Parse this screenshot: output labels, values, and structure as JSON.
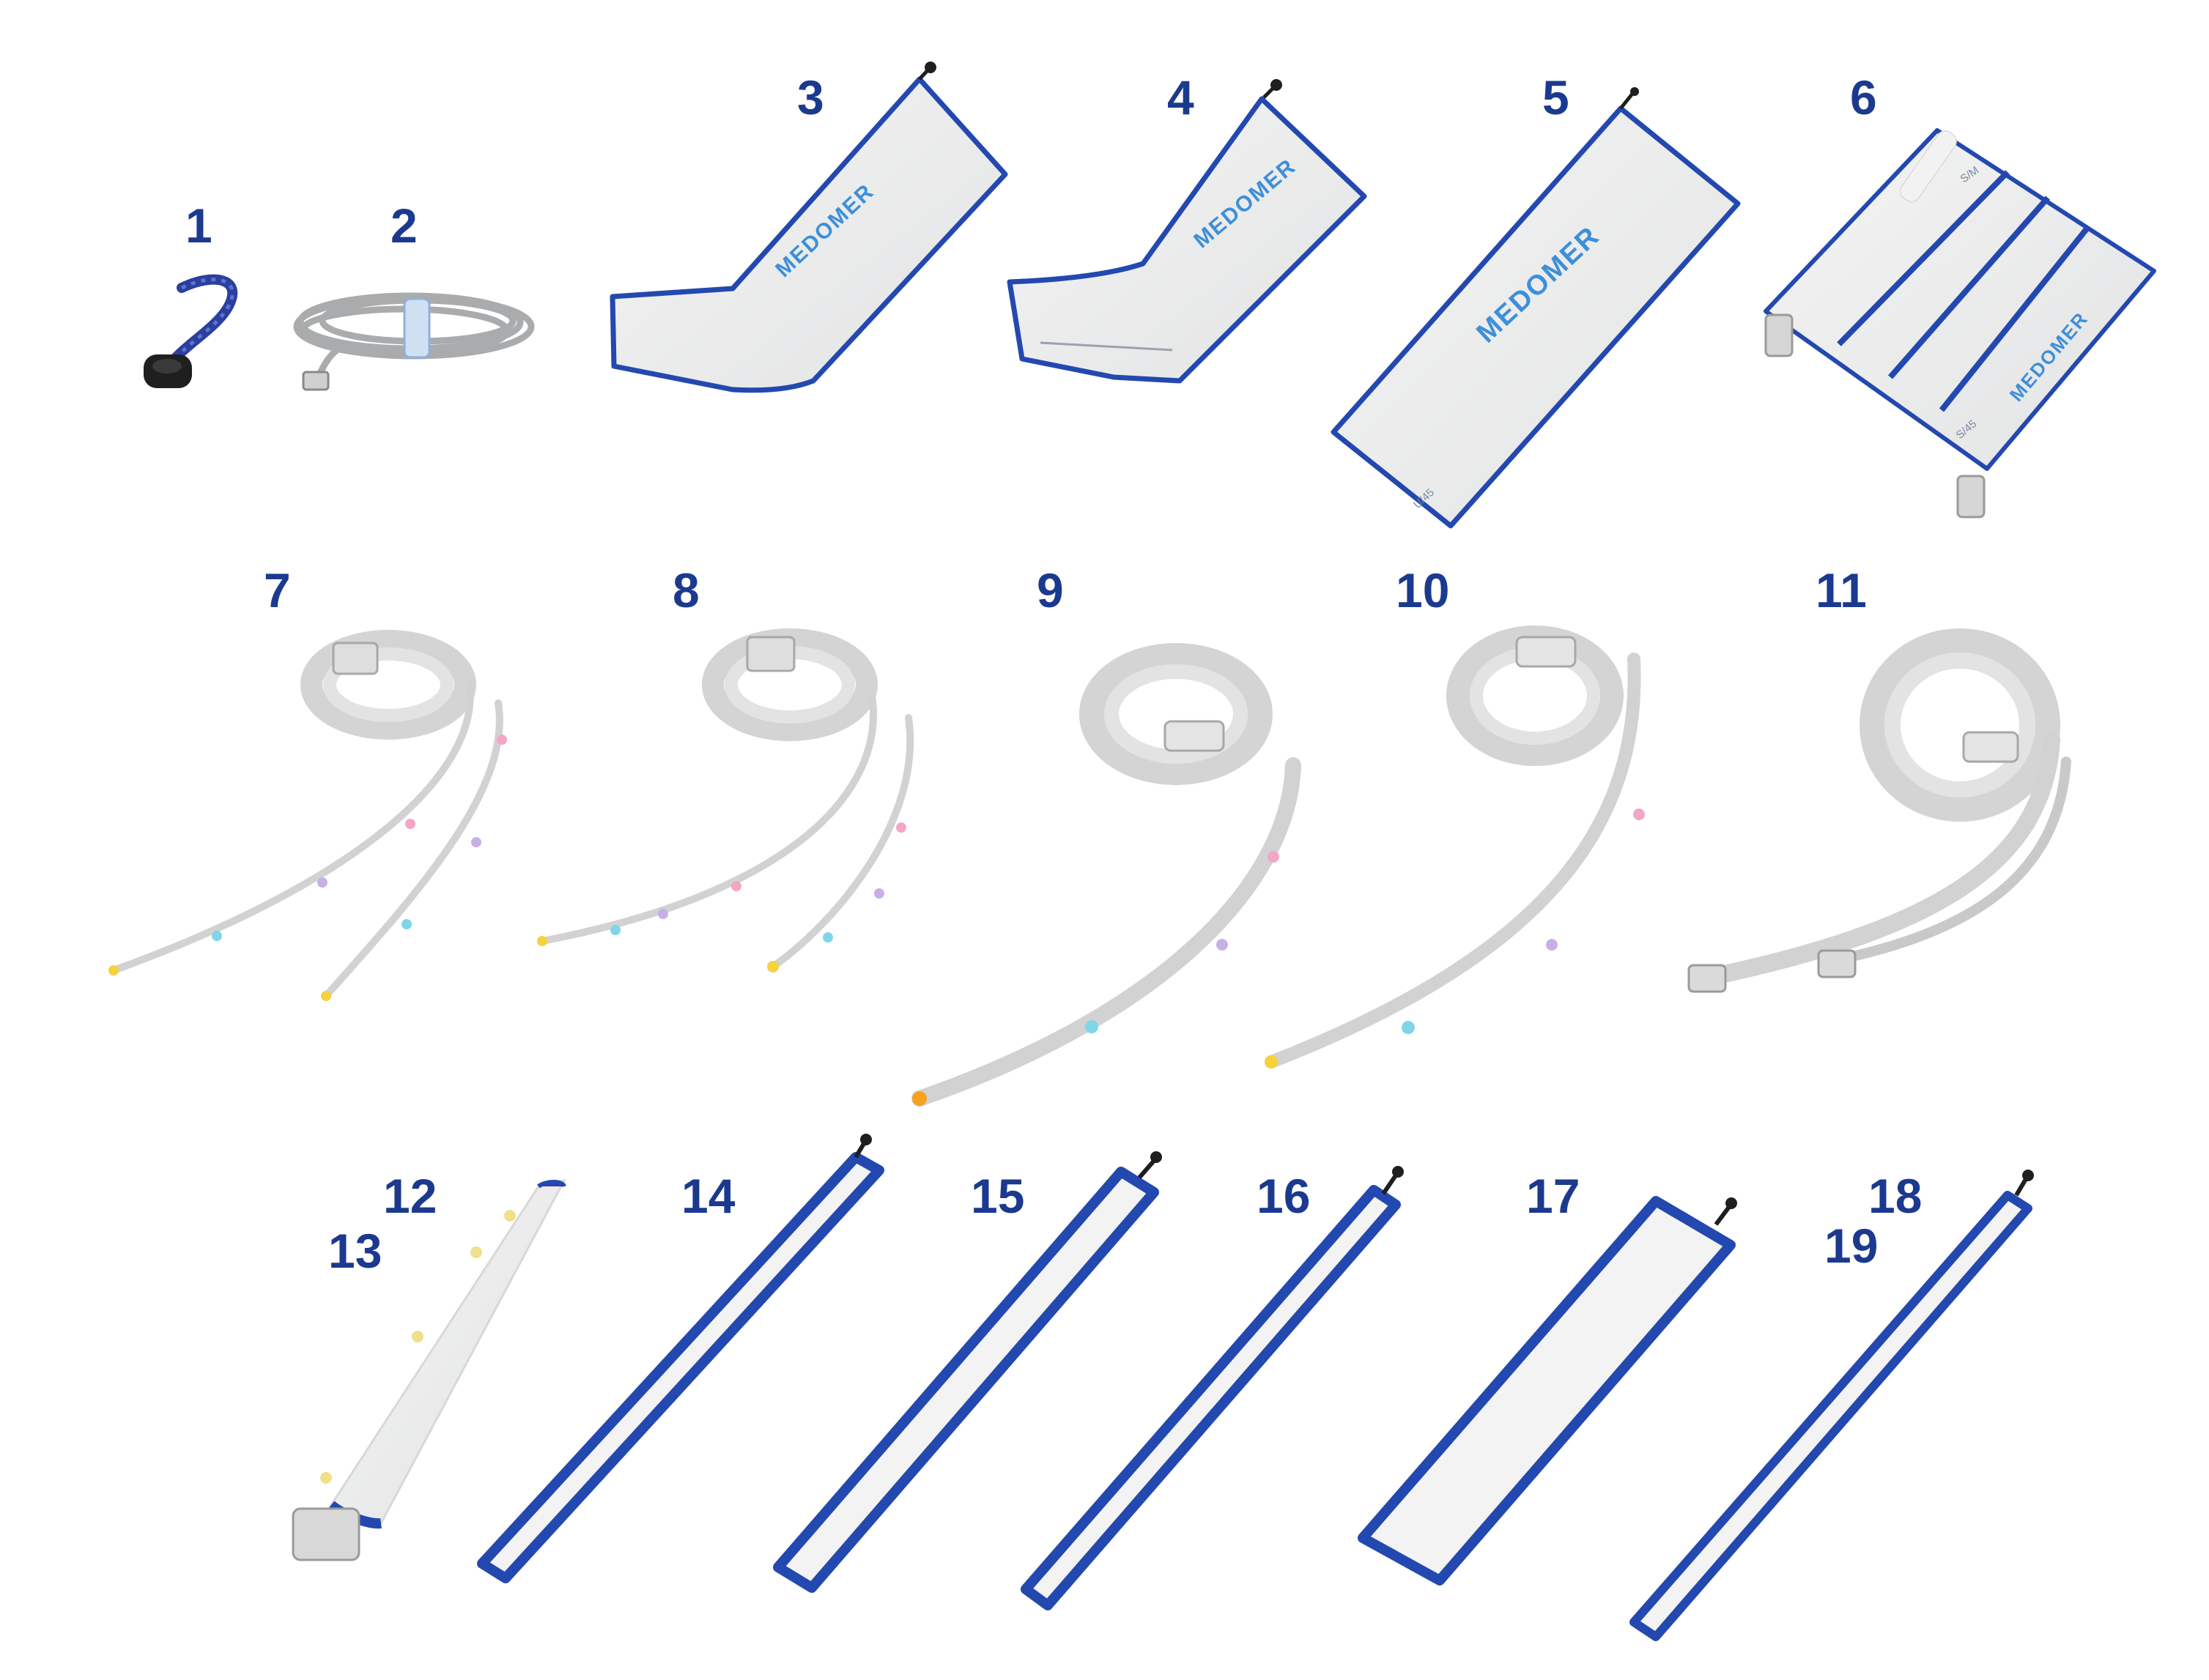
{
  "labels": {
    "n1": "1",
    "n2": "2",
    "n3": "3",
    "n4": "4",
    "n5": "5",
    "n6": "6",
    "n7": "7",
    "n8": "8",
    "n9": "9",
    "n10": "10",
    "n11": "11",
    "n12": "12",
    "n13": "13",
    "n14": "14",
    "n15": "15",
    "n16": "16",
    "n17": "17",
    "n18": "18",
    "n19": "19"
  },
  "brand": {
    "text": "MEDOMER"
  },
  "size_marks": {
    "sleeve5": "U/45",
    "jacket_top": "S/M",
    "jacket_bottom": "S/45"
  },
  "colors": {
    "label": "#1b3a8f",
    "piping": "#2348b0",
    "fabric": "#eceded",
    "brand_text": "#3d8fd9",
    "hose": "#dcdcdc",
    "connector_pink": "#f4a6c6",
    "connector_lilac": "#c8b0e6",
    "connector_cyan": "#7fd6ea",
    "connector_yellow": "#f6d23c",
    "connector_orange": "#f7a21f",
    "zipper_pull": "#1f1f1f"
  }
}
